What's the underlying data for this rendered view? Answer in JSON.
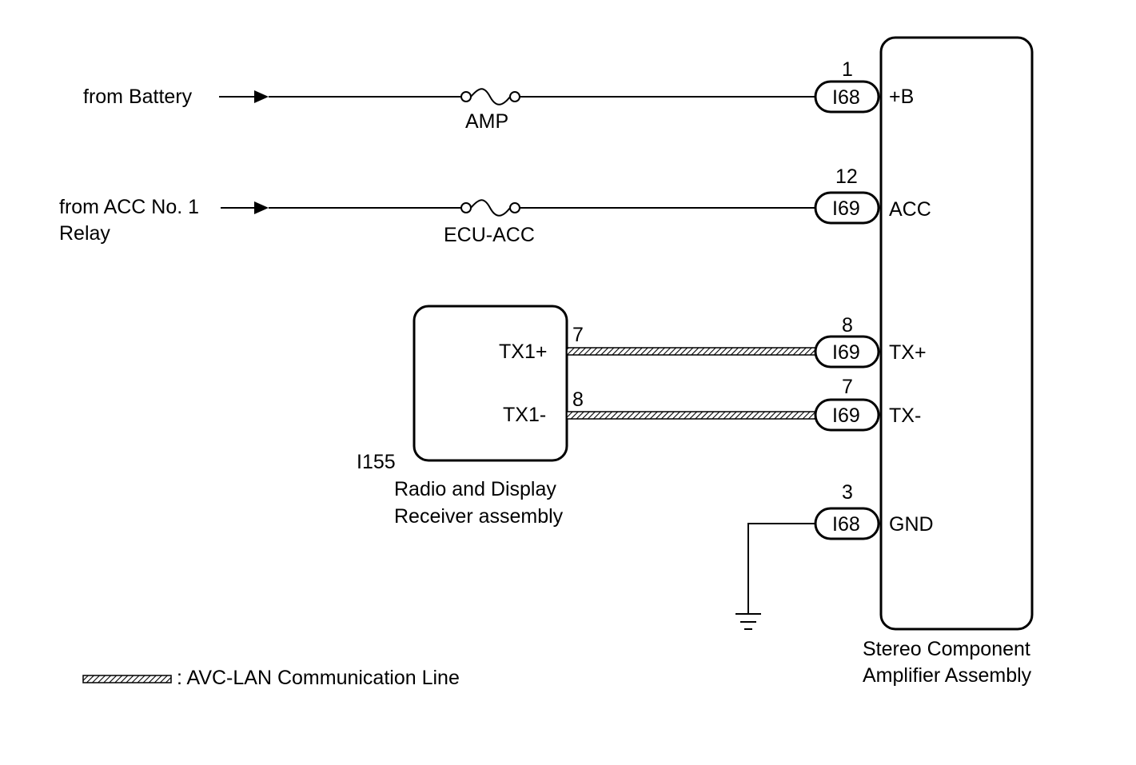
{
  "inputs": {
    "battery": "from Battery",
    "acc_relay_line1": "from ACC No. 1",
    "acc_relay_line2": "Relay"
  },
  "fuses": {
    "amp": "AMP",
    "ecu_acc": "ECU-ACC"
  },
  "receiver": {
    "connector_id": "I155",
    "name_line1": "Radio and Display",
    "name_line2": "Receiver assembly",
    "terminals": [
      {
        "label": "TX1+",
        "pin": "7"
      },
      {
        "label": "TX1-",
        "pin": "8"
      }
    ]
  },
  "amplifier": {
    "name_line1": "Stereo Component",
    "name_line2": "Amplifier Assembly",
    "terminals": [
      {
        "pin": "1",
        "connector": "I68",
        "label": "+B"
      },
      {
        "pin": "12",
        "connector": "I69",
        "label": "ACC"
      },
      {
        "pin": "8",
        "connector": "I69",
        "label": "TX+"
      },
      {
        "pin": "7",
        "connector": "I69",
        "label": "TX-"
      },
      {
        "pin": "3",
        "connector": "I68",
        "label": "GND"
      }
    ]
  },
  "legend": {
    "text": ": AVC-LAN Communication Line"
  },
  "colors": {
    "line": "#000000",
    "background": "#ffffff"
  }
}
